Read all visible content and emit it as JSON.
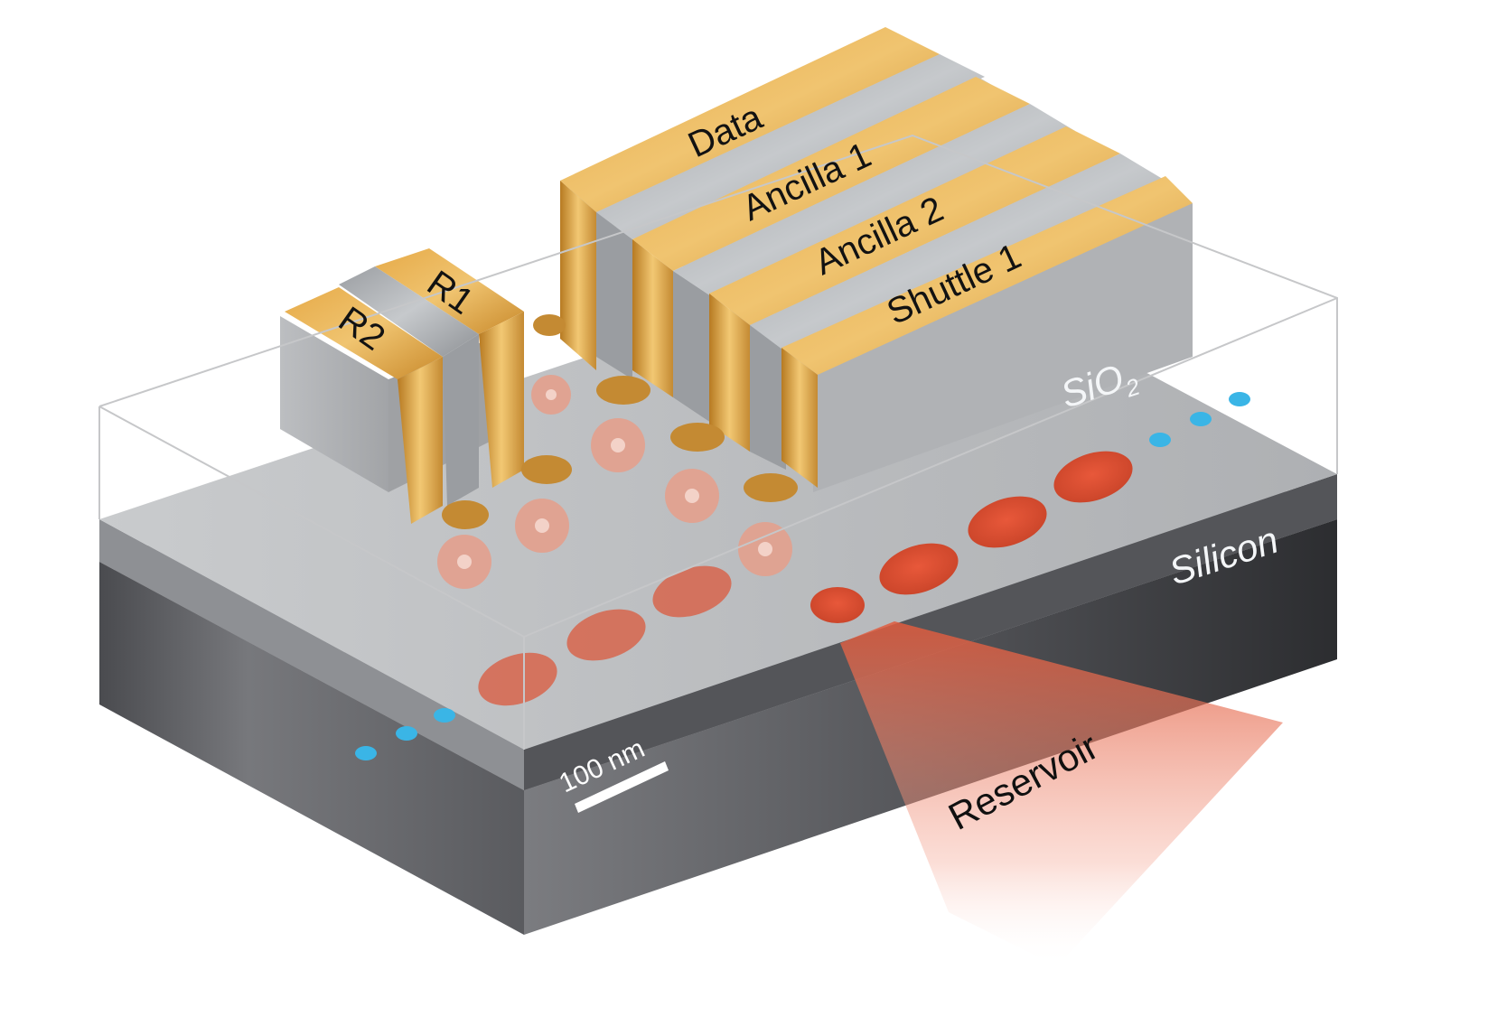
{
  "labels": {
    "gates": {
      "data": "Data",
      "ancilla1": "Ancilla 1",
      "ancilla2": "Ancilla 2",
      "shuttle1": "Shuttle 1",
      "r1": "R1",
      "r2": "R2"
    },
    "sio2": {
      "base": "SiO",
      "subscript": "2"
    },
    "silicon": "Silicon",
    "reservoir": "Reservoir",
    "scale_bar": "100 nm"
  },
  "colors": {
    "gold_light": "#f2c266",
    "gold": "#d99a3a",
    "gold_dark": "#9c6418",
    "gray_gate": "#a8abaf",
    "silicon_front": "#6d6e72",
    "silicon_side": "#3d3e42",
    "electron_blue": "#3ab5e6",
    "dot_red": "#e05a3c",
    "spin_marker": "#e8a090"
  }
}
